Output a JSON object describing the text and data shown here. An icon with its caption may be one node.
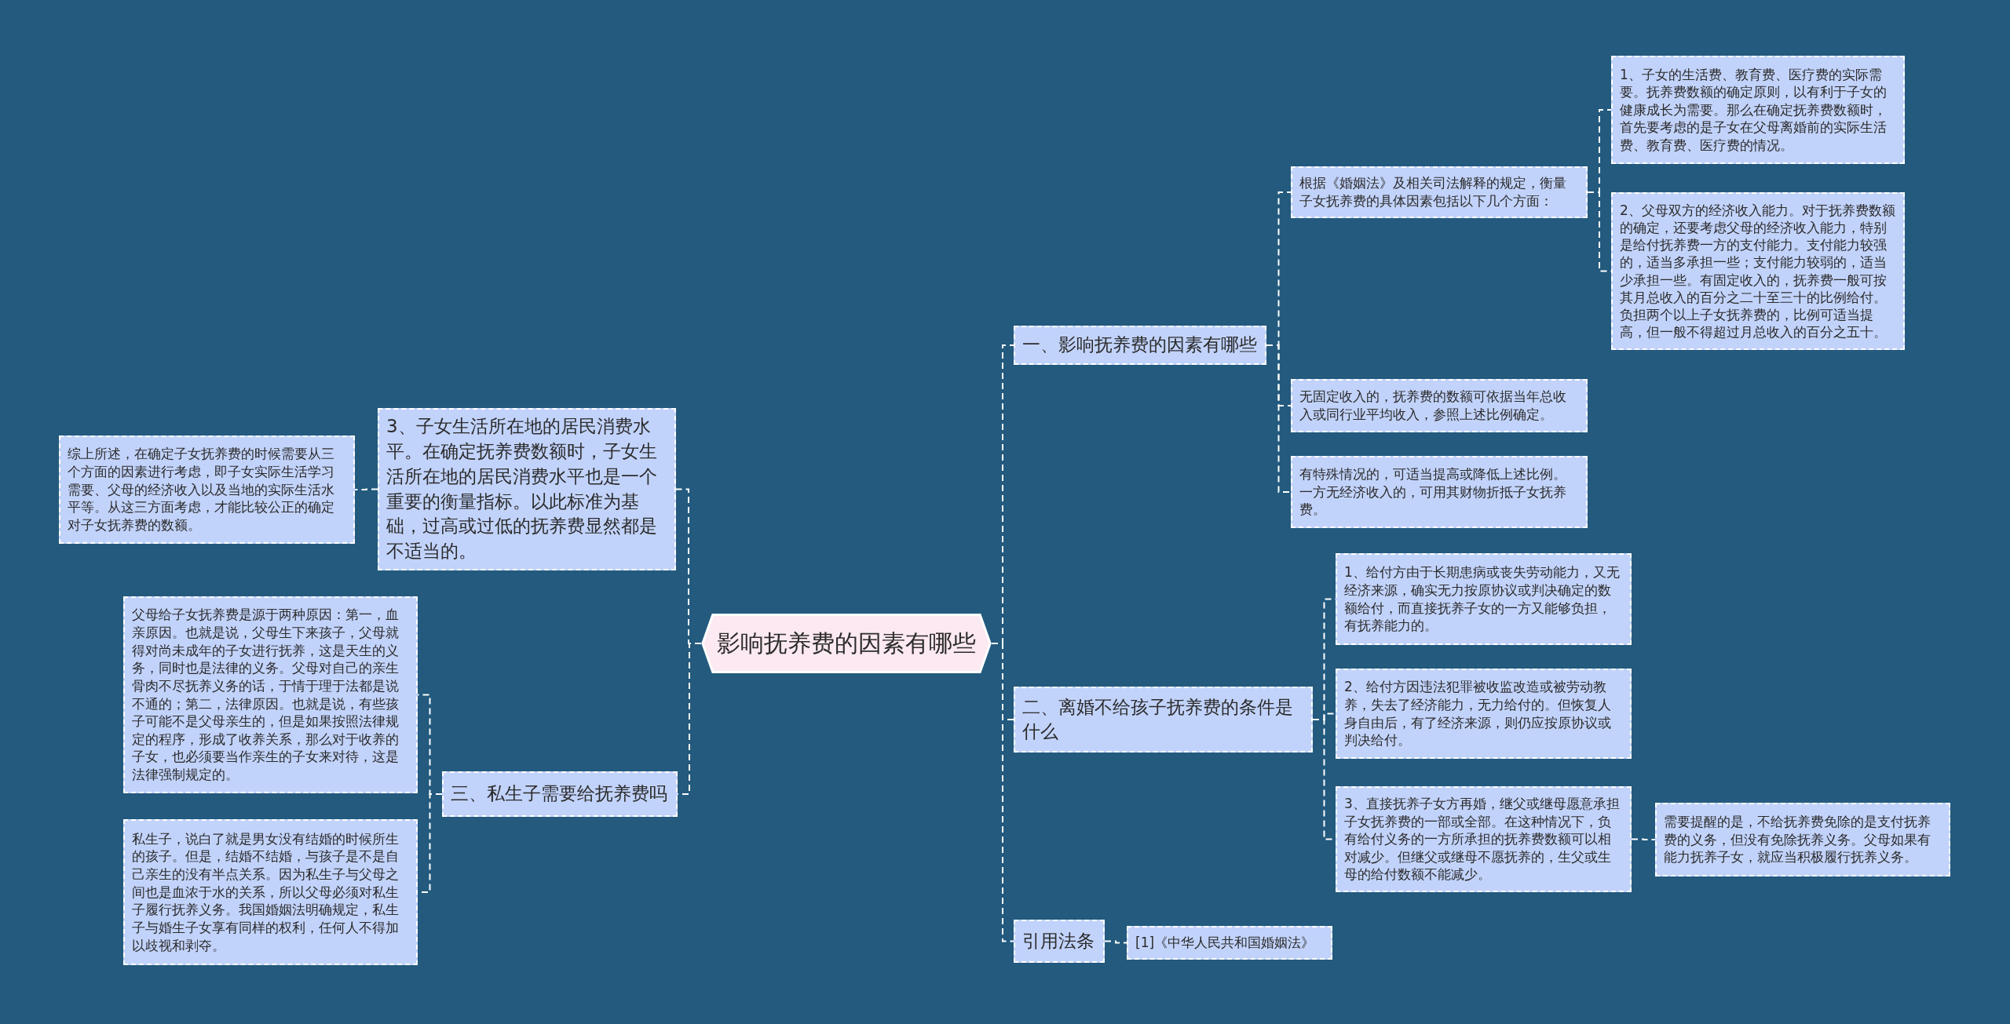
{
  "diagram": {
    "nodes": [
      {
        "text": [
          "影响抚养费的因素有哪些"
        ]
      },
      {
        "text": [
          "一、影响抚养费的因素有哪些"
        ]
      },
      {
        "text": [
          "根据《婚姻法》及相关司法解释的规定，衡量子女抚养费的具体因素包括以下几个方面："
        ]
      },
      {
        "text": [
          "1、子女的生活费、教育费、医疗费的实际需要。抚养费数额的确定原则，以有利于子女的健康成长为需要。那么在确定抚养费数额时，首先要考虑的是子女在父母离婚前的实际生活费、教育费、医疗费的情况。"
        ]
      },
      {
        "text": [
          "2、父母双方的经济收入能力。对于抚养费数额的确定，还要考虑父母的经济收入能力，特别是给付抚养费一方的支付能力。支付能力较强的，适当多承担一些；支付能力较弱的，适当少承担一些。有固定收入的，抚养费一般可按其月总收入的百分之二十至三十的比例给付。负担两个以上子女抚养费的，比例可适当提高，但一般不得超过月总收入的百分之五十。"
        ]
      },
      {
        "text": [
          "无固定收入的，抚养费的数额可依据当年总收入或同行业平均收入，参照上述比例确定。"
        ]
      },
      {
        "text": [
          "有特殊情况的，可适当提高或降低上述比例。一方无经济收入的，可用其财物折抵子女抚养费。"
        ]
      },
      {
        "text": [
          "二、离婚不给孩子抚养费的条件是什么"
        ]
      },
      {
        "text": [
          "1、给付方由于长期患病或丧失劳动能力，又无经济来源，确实无力按原协议或判决确定的数额给付，而直接抚养子女的一方又能够负担，有抚养能力的。"
        ]
      },
      {
        "text": [
          "2、给付方因违法犯罪被收监改造或被劳动教养，失去了经济能力，无力给付的。但恢复人身自由后，有了经济来源，则仍应按原协议或判决给付。"
        ]
      },
      {
        "text": [
          "3、直接抚养子女方再婚，继父或继母愿意承担子女抚养费的一部或全部。在这种情况下，负有给付义务的一方所承担的抚养费数额可以相对减少。但继父或继母不愿抚养的，生父或生母的给付数额不能减少。"
        ]
      },
      {
        "text": [
          "需要提醒的是，不给抚养费免除的是支付抚养费的义务，但没有免除抚养义务。父母如果有能力抚养子女，就应当积极履行抚养义务。"
        ]
      },
      {
        "text": [
          "引用法条"
        ]
      },
      {
        "text": [
          "[1]《中华人民共和国婚姻法》"
        ]
      },
      {
        "text": [
          "三、私生子需要给抚养费吗"
        ]
      },
      {
        "text": [
          "父母给子女抚养费是源于两种原因：第一，血亲原因。也就是说，父母生下来孩子，父母就得对尚未成年的子女进行抚养，这是天生的义务，同时也是法律的义务。父母对自己的亲生骨肉不尽抚养义务的话，于情于理于法都是说不通的；第二，法律原因。也就是说，有些孩子可能不是父母亲生的，但是如果按照法律规定的程序，形成了收养关系，那么对于收养的子女，也必须要当作亲生的子女来对待，这是法律强制规定的。"
        ]
      },
      {
        "text": [
          "私生子，说白了就是男女没有结婚的时候所生的孩子。但是，结婚不结婚，与孩子是不是自己亲生的没有半点关系。因为私生子与父母之间也是血浓于水的关系，所以父母必须对私生子履行抚养义务。我国婚姻法明确规定，私生子与婚生子女享有同样的权利，任何人不得加以歧视和剥夺。"
        ]
      },
      {
        "text": [
          "3、子女生活所在地的居民消费水平。在确定抚养费数额时，子女生活所在地的居民消费水平也是一个重要的衡量指标。以此标准为基础，过高或过低的抚养费显然都是不适当的。"
        ]
      },
      {
        "text": [
          "综上所述，在确定子女抚养费的时候需要从三个方面的因素进行考虑，即子女实际生活学习需要、父母的经济收入以及当地的实际生活水平等。从这三方面考虑，才能比较公正的确定对子女抚养费的数额。"
        ]
      }
    ],
    "edges": [
      {
        "from": 0,
        "to": 1,
        "arrow": "none"
      },
      {
        "from": 1,
        "to": 2,
        "arrow": "none"
      },
      {
        "from": 2,
        "to": 3,
        "arrow": "none"
      },
      {
        "from": 2,
        "to": 4,
        "arrow": "none"
      },
      {
        "from": 1,
        "to": 5,
        "arrow": "none"
      },
      {
        "from": 1,
        "to": 6,
        "arrow": "none"
      },
      {
        "from": 0,
        "to": 7,
        "arrow": "none"
      },
      {
        "from": 7,
        "to": 8,
        "arrow": "none"
      },
      {
        "from": 7,
        "to": 9,
        "arrow": "none"
      },
      {
        "from": 7,
        "to": 10,
        "arrow": "none"
      },
      {
        "from": 10,
        "to": 11,
        "arrow": "none"
      },
      {
        "from": 0,
        "to": 12,
        "arrow": "none"
      },
      {
        "from": 12,
        "to": 13,
        "arrow": "none"
      },
      {
        "from": 0,
        "to": 14,
        "arrow": "none"
      },
      {
        "from": 14,
        "to": 15,
        "arrow": "none"
      },
      {
        "from": 14,
        "to": 16,
        "arrow": "none"
      },
      {
        "from": 0,
        "to": 17,
        "arrow": "none"
      },
      {
        "from": 17,
        "to": 18,
        "arrow": "none"
      }
    ]
  }
}
